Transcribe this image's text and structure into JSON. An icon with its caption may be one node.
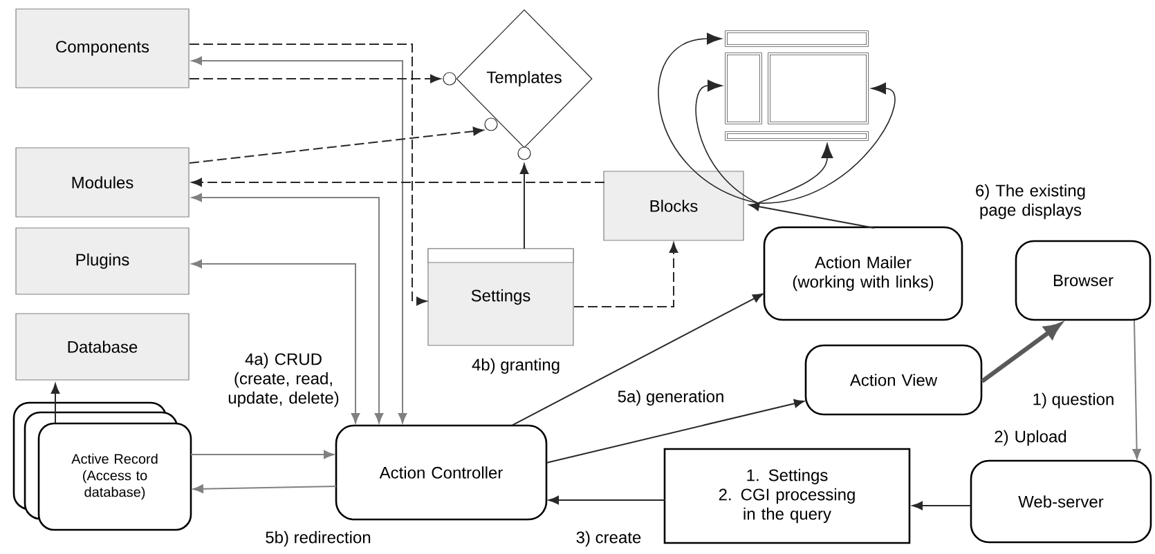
{
  "diagram": {
    "nodes": [
      {
        "text": [
          "Components"
        ]
      },
      {
        "text": [
          "Templates"
        ]
      },
      {
        "text": [
          "Modules"
        ]
      },
      {
        "text": [
          "Plugins"
        ]
      },
      {
        "text": [
          "Database"
        ]
      },
      {
        "text": [
          "Active Record (Access to database)"
        ]
      },
      {
        "text": [
          "Action Controller"
        ]
      },
      {
        "text": [
          "Settings"
        ]
      },
      {
        "text": [
          "Blocks"
        ]
      },
      {
        "text": [],
        "shape": "box"
      },
      {
        "text": [],
        "shape": "box"
      },
      {
        "text": [],
        "shape": "box"
      },
      {
        "text": [],
        "shape": "box"
      },
      {
        "text": [
          "Action Mailer (working with links)"
        ]
      },
      {
        "text": [
          "Browser"
        ]
      },
      {
        "text": [
          "Action View"
        ]
      },
      {
        "text": [
          "1. Settings",
          "2. CGI processing in the query"
        ]
      },
      {
        "text": [
          "Web-server"
        ]
      }
    ],
    "edges": [
      {
        "from": 6,
        "to": 0,
        "arrow": "both",
        "color": "#808080"
      },
      {
        "from": 6,
        "to": 2,
        "arrow": "both",
        "color": "#808080"
      },
      {
        "from": 6,
        "to": 3,
        "arrow": "both",
        "color": "#808080"
      },
      {
        "from": 0,
        "to": 1,
        "arrow": "to",
        "style": "dashed"
      },
      {
        "from": 2,
        "to": 1,
        "arrow": "to",
        "style": "dashed"
      },
      {
        "from": 0,
        "to": 7,
        "arrow": "to",
        "style": "dashed"
      },
      {
        "from": 8,
        "to": 2,
        "arrow": "to",
        "style": "dashed"
      },
      {
        "from": 7,
        "to": 1,
        "arrow": "to"
      },
      {
        "from": 7,
        "to": 8,
        "arrow": "to",
        "style": "dashed"
      },
      {
        "from": 8,
        "to": 9,
        "arrow": "to"
      },
      {
        "from": 8,
        "to": 10,
        "arrow": "to"
      },
      {
        "from": 8,
        "to": 11,
        "arrow": "to"
      },
      {
        "from": 8,
        "to": 12,
        "arrow": "to"
      },
      {
        "from": 13,
        "to": 8,
        "arrow": "to"
      },
      {
        "from": 15,
        "to": 14,
        "arrow": "to",
        "style": "thick",
        "color": "#595959"
      },
      {
        "from": 14,
        "to": 17,
        "arrow": "to",
        "label": "1) question",
        "color": "#808080"
      },
      {
        "from": 17,
        "to": 16,
        "arrow": "to"
      },
      {
        "from": 16,
        "to": 6,
        "arrow": "to",
        "label": "3) create"
      },
      {
        "from": 6,
        "to": 15,
        "arrow": "to",
        "label": "5a) generation"
      },
      {
        "from": 6,
        "to": 13,
        "arrow": "to",
        "label": "4b) granting"
      },
      {
        "from": 5,
        "to": 6,
        "arrow": "to",
        "color": "#808080"
      },
      {
        "from": 6,
        "to": 5,
        "arrow": "to",
        "label": "5b) redirection",
        "color": "#808080"
      },
      {
        "from": 5,
        "to": 4,
        "arrow": "to"
      }
    ],
    "labels": [
      "6) The existing page displays",
      "4a) CRUD (create, read, update, delete)",
      "2) Upload"
    ]
  }
}
